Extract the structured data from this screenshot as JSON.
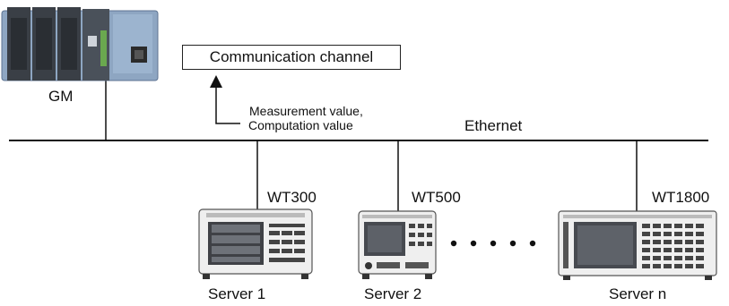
{
  "devices": {
    "gm": {
      "label": "GM"
    },
    "server1": {
      "model": "WT300",
      "label": "Server 1"
    },
    "server2": {
      "model": "WT500",
      "label": "Server 2"
    },
    "servern": {
      "model": "WT1800",
      "label": "Server n"
    }
  },
  "communication_channel": "Communication channel",
  "network": {
    "label": "Ethernet"
  },
  "data_note": {
    "line1": "Measurement value,",
    "line2": "Computation value"
  },
  "colors": {
    "line": "#111111",
    "gm_body": "#8aa1bd",
    "gm_modules": "#3a3f46",
    "instrument_body": "#eeeeee",
    "instrument_screen": "#4a4d52"
  }
}
